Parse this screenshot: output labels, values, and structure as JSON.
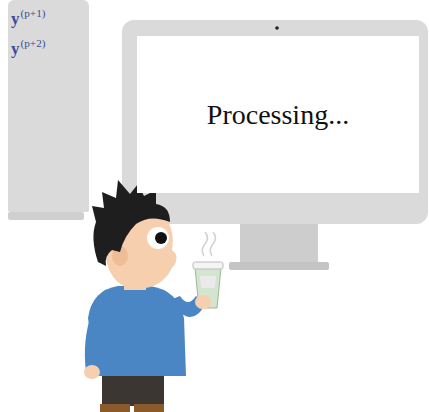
{
  "diagram": {
    "nodes": [
      {
        "text": [
          "y(p+1)",
          "y(p+2)"
        ]
      },
      {
        "text": [
          "Processing..."
        ]
      }
    ]
  }
}
